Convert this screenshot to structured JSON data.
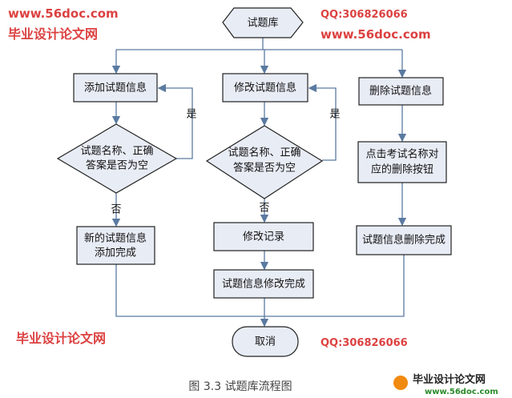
{
  "start": "试题库",
  "branches": {
    "add": {
      "step": "添加试题信息",
      "decision": [
        "试题名称、正确",
        "答案是否为空"
      ],
      "done": [
        "新的试题信息",
        "添加完成"
      ]
    },
    "edit": {
      "step": "修改试题信息",
      "decision": [
        "试题名称、正确",
        "答案是否为空"
      ],
      "action": "修改记录",
      "done": "试题信息修改完成"
    },
    "delete": {
      "step": "删除试题信息",
      "action": [
        "点击考试名称对",
        "应的删除按钮"
      ],
      "done": "试题信息删除完成"
    }
  },
  "labels": {
    "yes": "是",
    "no": "否"
  },
  "end": "取消",
  "caption": "图 3.3  试题库流程图",
  "watermark": {
    "site": "www.56doc.com",
    "qq": "QQ:306826066",
    "name": "毕业设计论文网"
  },
  "colors": {
    "node_fill": "#e8ecf5",
    "edge": "#5a7aa0",
    "watermark": "#d62020"
  }
}
